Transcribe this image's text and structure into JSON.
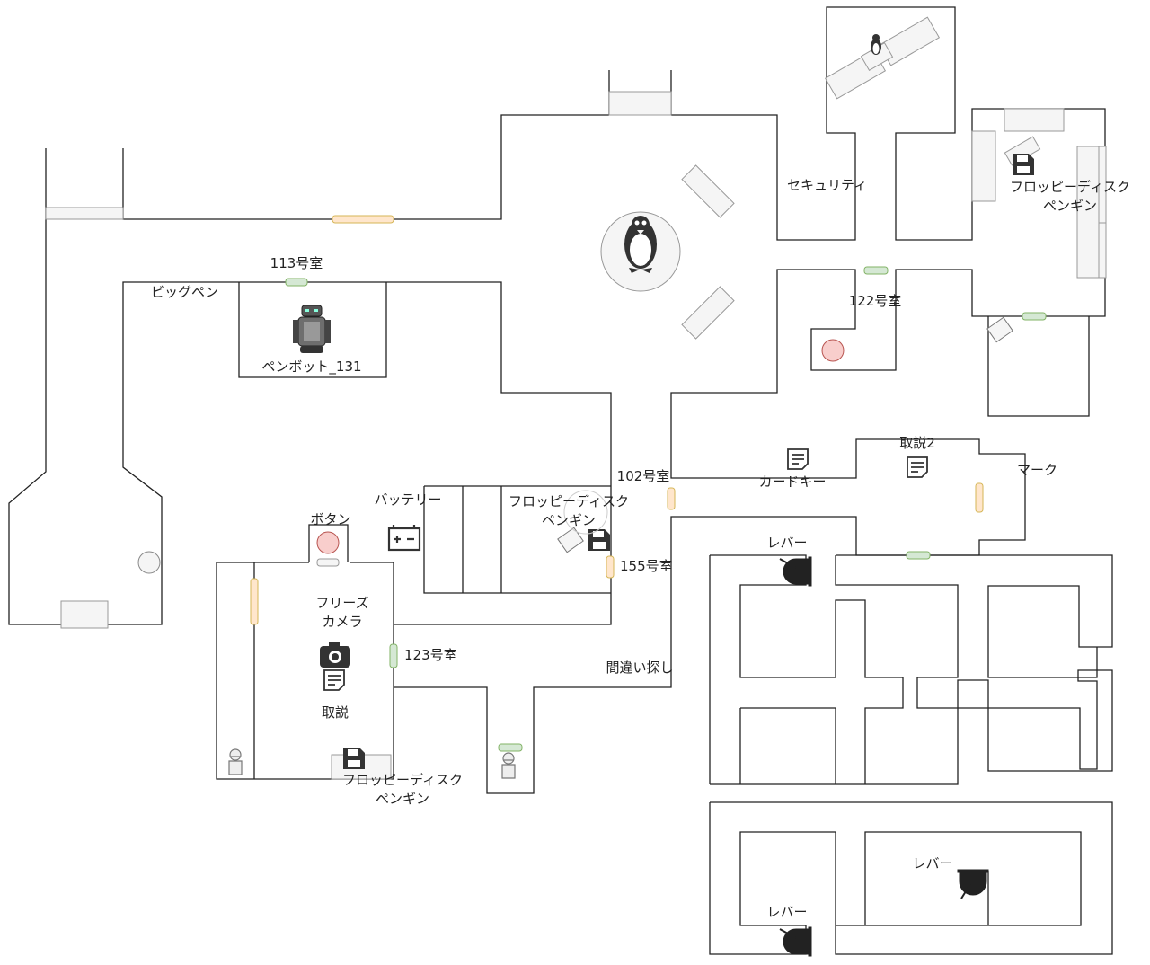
{
  "labels": {
    "room_113": "113号室",
    "bigpen": "ビッグペン",
    "penbot": "ペンボット_131",
    "security": "セキュリティ",
    "floppy_ne_1": "フロッピーディスク",
    "floppy_ne_2": "ペンギン",
    "room_122": "122号室",
    "room_102": "102号室",
    "cardkey": "カードキー",
    "manual2": "取説2",
    "mark": "マーク",
    "battery": "バッテリー",
    "floppy_mid_1": "フロッピーディスク",
    "floppy_mid_2": "ペンギン",
    "button": "ボタン",
    "room_155": "155号室",
    "freeze_1": "フリーズ",
    "freeze_2": "カメラ",
    "room_123": "123号室",
    "manual": "取説",
    "spot_diff": "間違い探し",
    "floppy_sw_1": "フロッピーディスク",
    "floppy_sw_2": "ペンギン",
    "lever_1": "レバー",
    "lever_2": "レバー",
    "lever_3": "レバー"
  },
  "colors": {
    "wall": "#222222",
    "door_green": "#d5e8d4",
    "door_green_border": "#82b366",
    "door_orange": "#ffe6cc",
    "door_orange_border": "#d6b656",
    "furniture": "#f5f5f5",
    "furniture_border": "#999999",
    "red_button": "#f8cecc",
    "red_button_border": "#b85450"
  },
  "icons": [
    "penguin-logo-icon",
    "robot-icon",
    "floppy-disk-icon",
    "document-icon",
    "camera-icon",
    "battery-icon",
    "knight-icon",
    "lever-icon",
    "chair-icon"
  ]
}
